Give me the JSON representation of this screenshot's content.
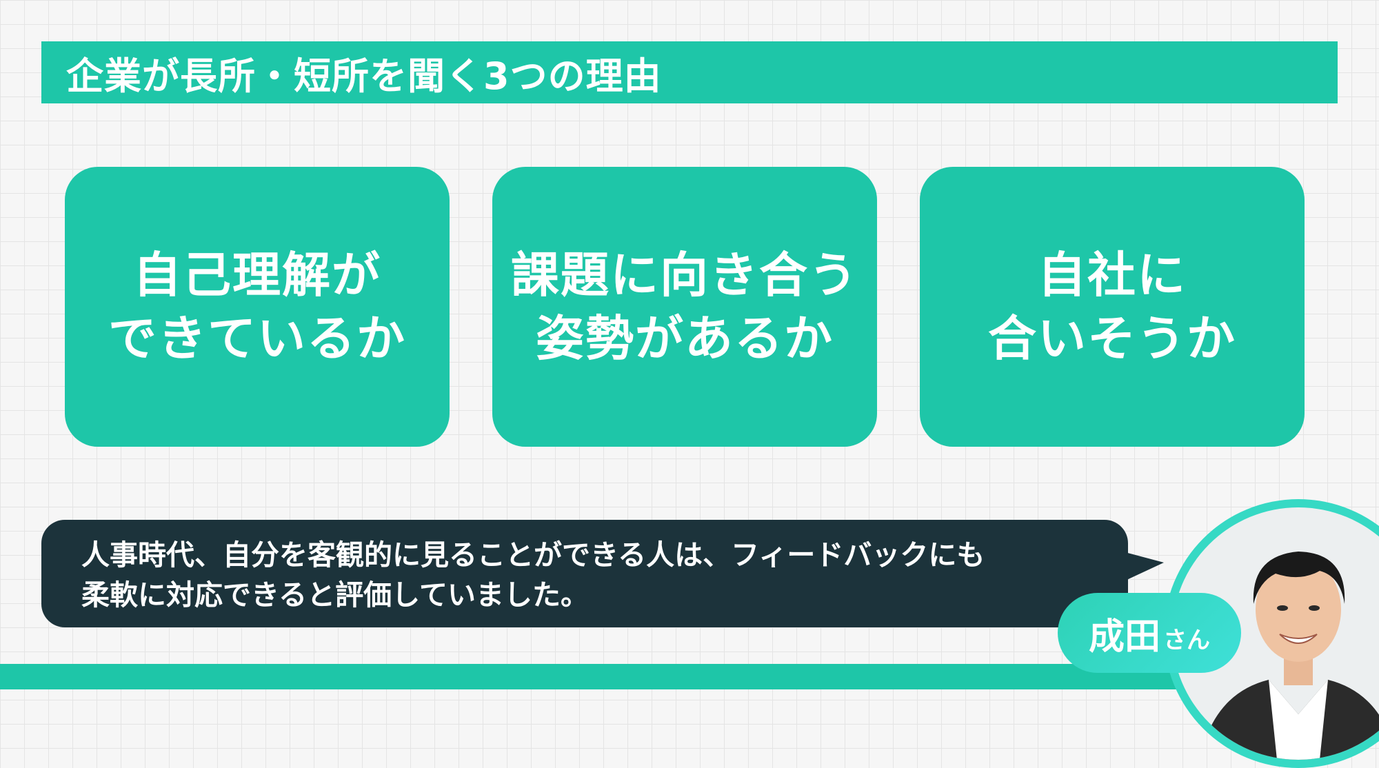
{
  "header": {
    "title": "企業が長所・短所を聞く3つの理由"
  },
  "cards": [
    {
      "text": "自己理解が\nできているか"
    },
    {
      "text": "課題に向き合う\n姿勢があるか"
    },
    {
      "text": "自社に\n合いそうか"
    }
  ],
  "quote": {
    "text": "人事時代、自分を客観的に見ることができる人は、フィードバックにも\n柔軟に対応できると評価していました。"
  },
  "speaker": {
    "name": "成田",
    "honorific": "さん"
  },
  "colors": {
    "accent": "#1ec6a8",
    "bubble": "#1c333b",
    "text_on_accent": "#ffffff"
  }
}
